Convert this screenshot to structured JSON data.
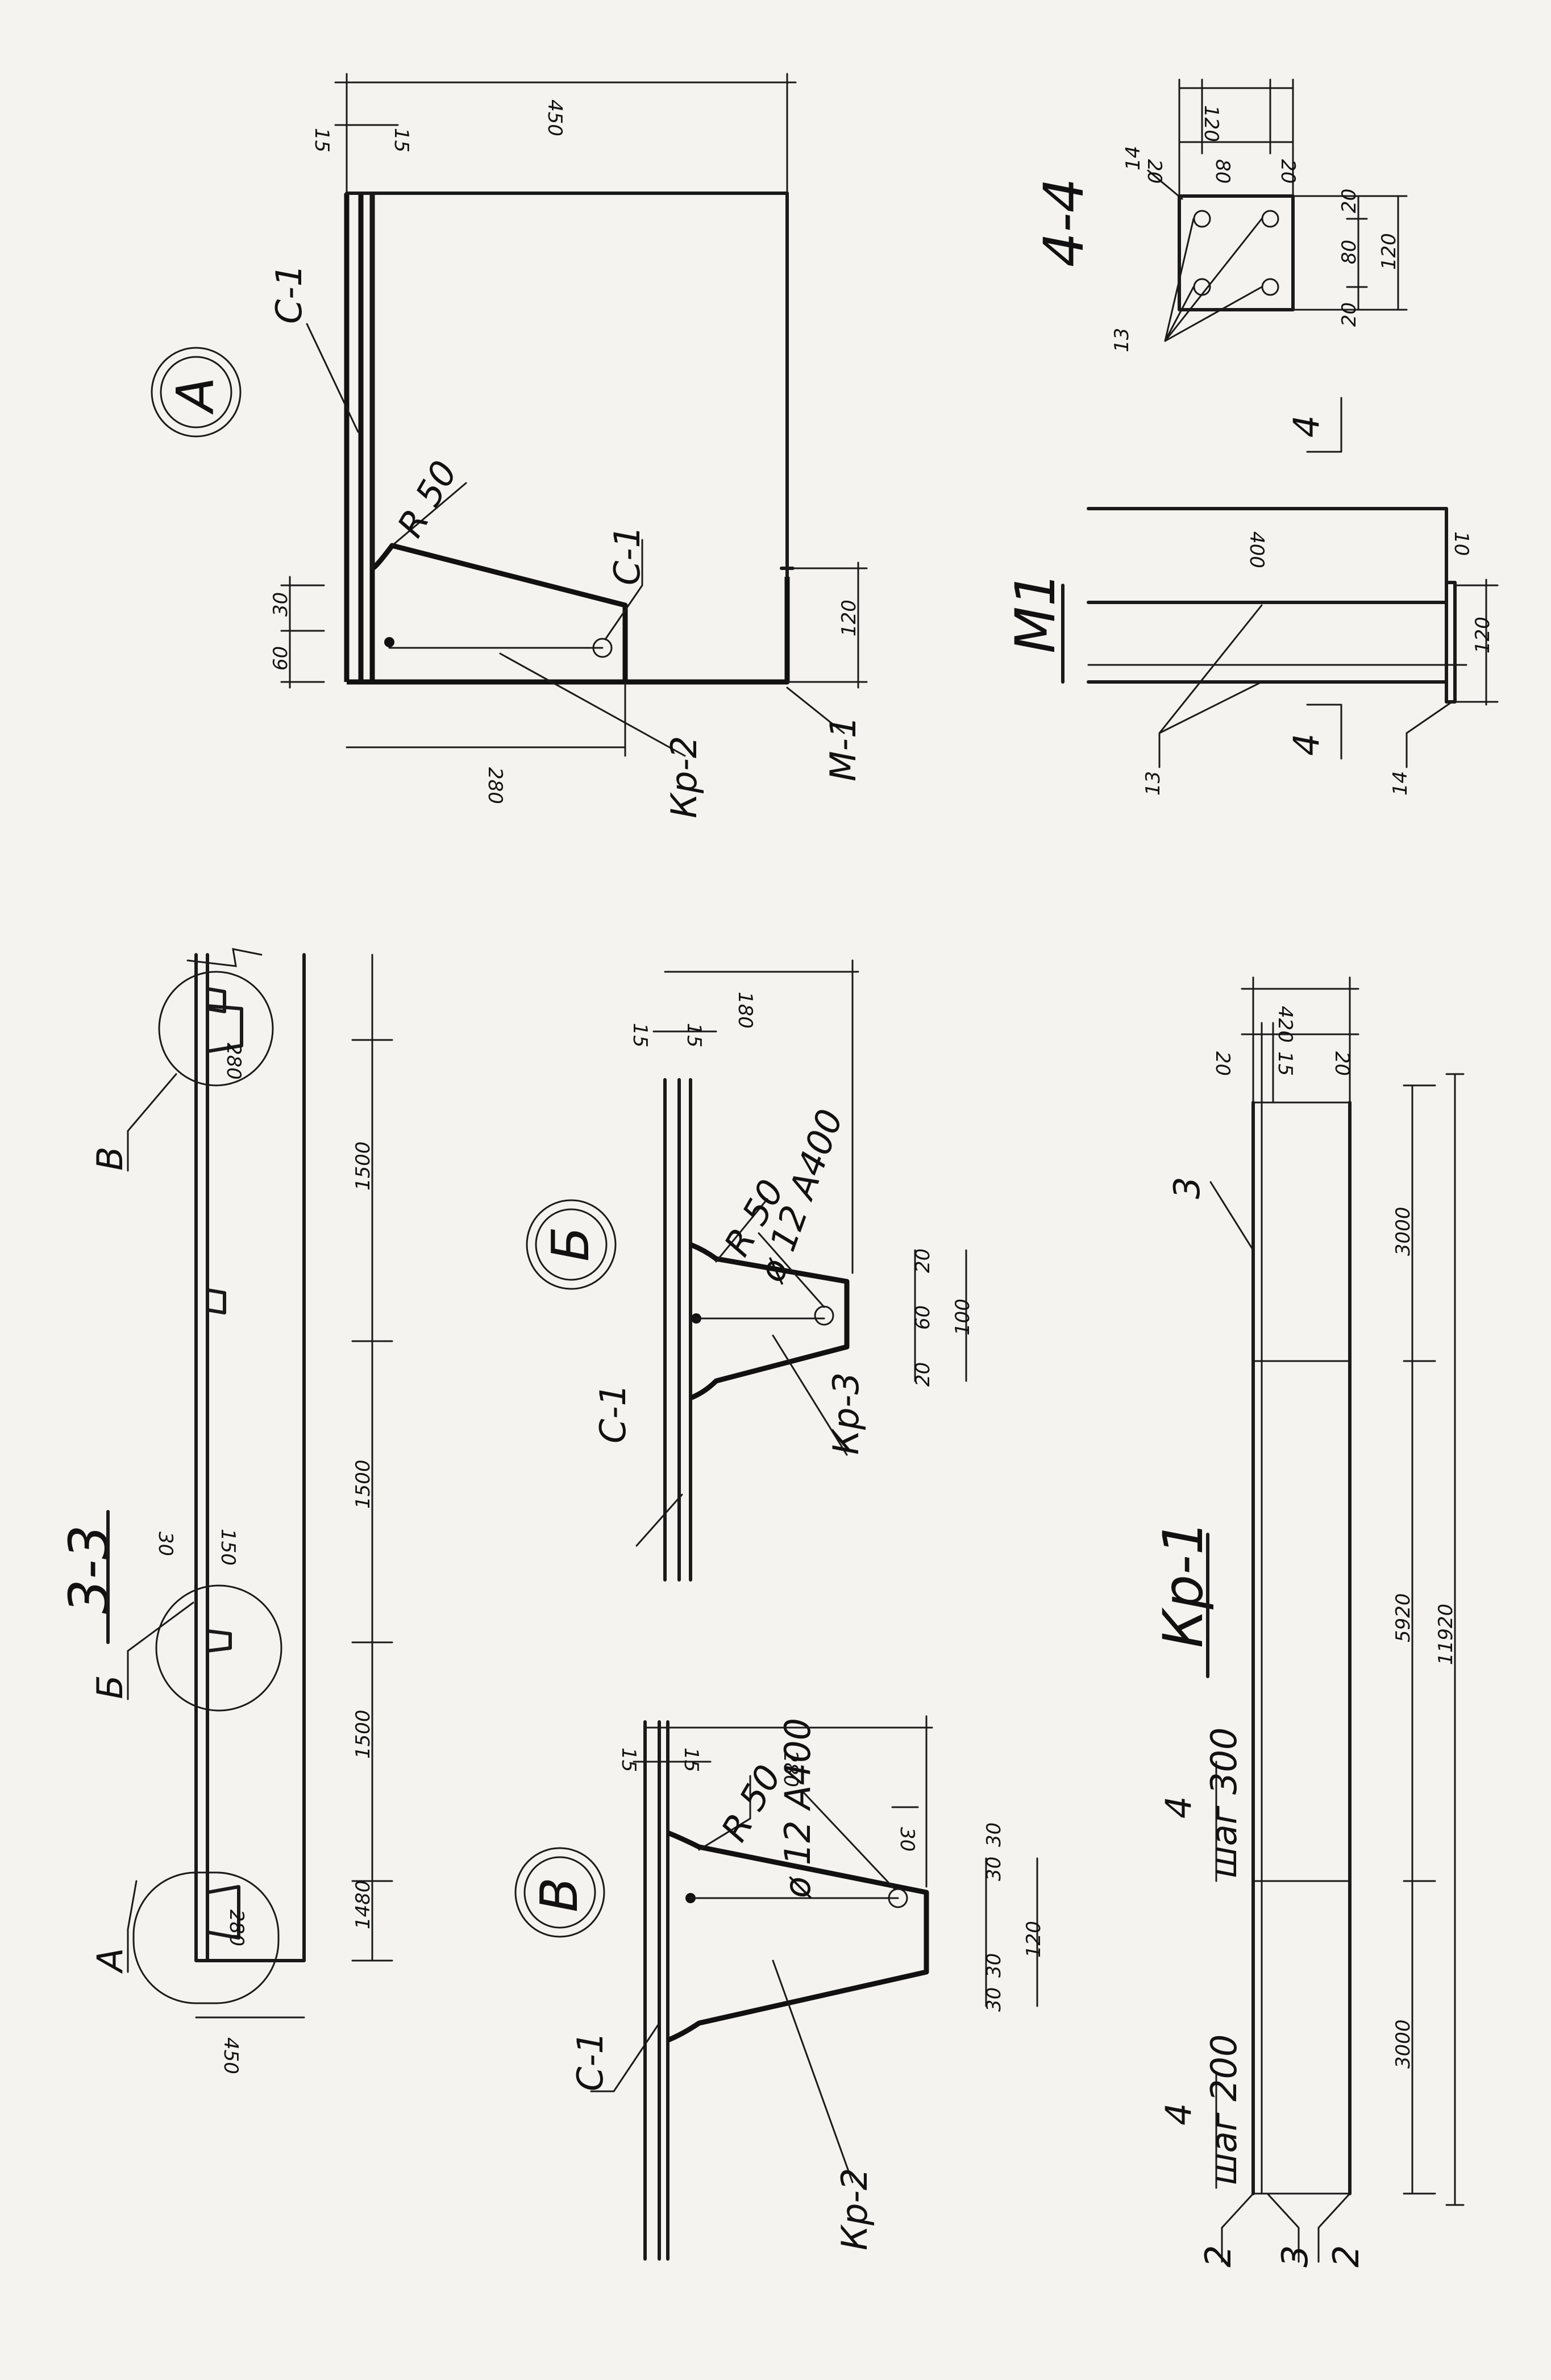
{
  "section_33": {
    "title": "3-3",
    "callouts": {
      "a": "А",
      "b": "Б",
      "v": "В"
    },
    "dims": {
      "d1480": "1480",
      "d1500a": "1500",
      "d1500b": "1500",
      "d1500c": "1500",
      "d450": "450",
      "d280a": "280",
      "d280b": "280",
      "d30": "30",
      "d150": "150"
    }
  },
  "detail_v": {
    "mark": "В",
    "labels": {
      "c1": "С-1",
      "kr2": "Кр-2",
      "r50": "R 50",
      "bar": "ø 12 А400"
    },
    "dims": {
      "d15a": "15",
      "d15b": "15",
      "d280": "280",
      "d30a": "30",
      "d30b": "30",
      "d30c": "30",
      "d30d": "30",
      "d30e": "30",
      "d120": "120"
    }
  },
  "detail_b": {
    "mark": "Б",
    "labels": {
      "c1": "С-1",
      "kr3": "Кр-3",
      "r50": "R 50",
      "bar": "ø 12 А400"
    },
    "dims": {
      "d15a": "15",
      "d15b": "15",
      "d180": "180",
      "d20a": "20",
      "d60": "60",
      "d20b": "20",
      "d100": "100"
    }
  },
  "detail_a": {
    "mark": "А",
    "labels": {
      "c1a": "С-1",
      "c1b": "С-1",
      "kr2": "Кр-2",
      "m1": "М-1",
      "r50": "R 50"
    },
    "dims": {
      "d15a": "15",
      "d15b": "15",
      "d450": "450",
      "d60": "60",
      "d30": "30",
      "d280": "280",
      "d120": "120"
    }
  },
  "m1": {
    "title": "М1",
    "labels": {
      "n13": "13",
      "n14": "14",
      "cut_a": "4",
      "cut_b": "4"
    },
    "dims": {
      "d400": "400",
      "d10": "10",
      "d120": "120"
    }
  },
  "section_44": {
    "title": "4-4",
    "labels": {
      "n13": "13",
      "n14": "14"
    },
    "dims": {
      "t120": "120",
      "t20a": "20",
      "t80": "80",
      "t20b": "20",
      "r20a": "20",
      "r80": "80",
      "r20b": "20",
      "r120": "120"
    }
  },
  "kr1": {
    "title": "Кр-1",
    "labels": {
      "n2a": "2",
      "n2b": "2",
      "n3a": "3",
      "n3b": "3",
      "n4a": "4",
      "n4b": "4",
      "step200": "шаг 200",
      "step300": "шаг 300"
    },
    "dims": {
      "d3000a": "3000",
      "d5920": "5920",
      "d3000b": "3000",
      "d11920": "11920",
      "d420": "420",
      "d20a": "20",
      "d15": "15",
      "d20b": "20"
    }
  }
}
